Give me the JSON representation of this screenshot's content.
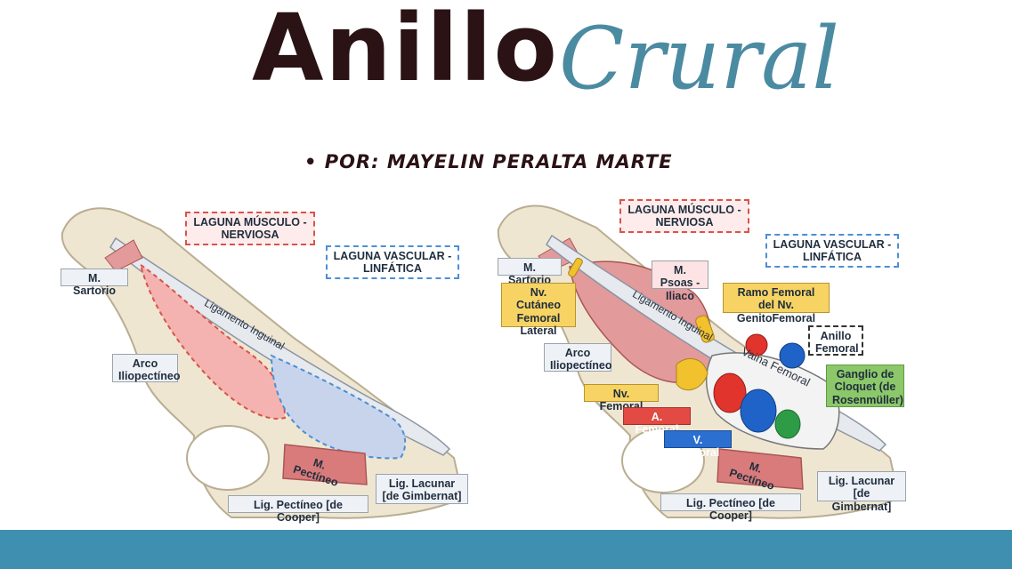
{
  "header": {
    "title_bold": "Anillo",
    "title_script": "Crural",
    "byline": "• POR: MAYELIN PERALTA MARTE"
  },
  "left_diagram": {
    "labels": {
      "laguna_musculo": "LAGUNA MÚSCULO - NERVIOSA",
      "laguna_vascular": "LAGUNA VASCULAR - LINFÁTICA",
      "m_sartorio": "M. Sartorio",
      "arco": "Arco Iliopectíneo",
      "lig_lacunar": "Lig. Lacunar [de Gimbernat]",
      "lig_pectineo": "Lig. Pectíneo [de Cooper]",
      "m_pectineo": "M. Pectíneo",
      "ligamento_inguinal": "Ligamento Inguinal"
    }
  },
  "right_diagram": {
    "labels": {
      "laguna_musculo": "LAGUNA MÚSCULO - NERVIOSA",
      "laguna_vascular": "LAGUNA VASCULAR - LINFÁTICA",
      "m_sartorio": "M. Sartorio",
      "m_psoas": "M. Psoas - Iliaco",
      "nv_cutaneo": "Nv. Cutáneo Femoral Lateral",
      "ramo_femoral": "Ramo Femoral del Nv. GenitoFemoral",
      "anillo_femoral": "Anillo Femoral",
      "arco": "Arco Iliopectíneo",
      "vaina_femoral": "Vaina Femoral",
      "ganglio": "Ganglio de Cloquet (de Rosenmüller)",
      "nv_femoral": "Nv. Femoral",
      "a_femoral": "A. Femoral",
      "v_femoral": "V. Femoral",
      "m_pectineo": "M. Pectíneo",
      "lig_lacunar": "Lig. Lacunar [de Gimbernat]",
      "lig_pectineo": "Lig. Pectíneo [de Cooper]",
      "ligamento_inguinal": "Ligamento Inguinal"
    }
  },
  "colors": {
    "title": "#2a1215",
    "script": "#4b8ba2",
    "footer": "#3f8fb0",
    "bone": "#efe6d2",
    "muscle": "#e39a9a",
    "artery": "#e0342c",
    "vein": "#1f63c9",
    "nerve": "#f2c12e",
    "ganglion": "#2e9b47"
  }
}
